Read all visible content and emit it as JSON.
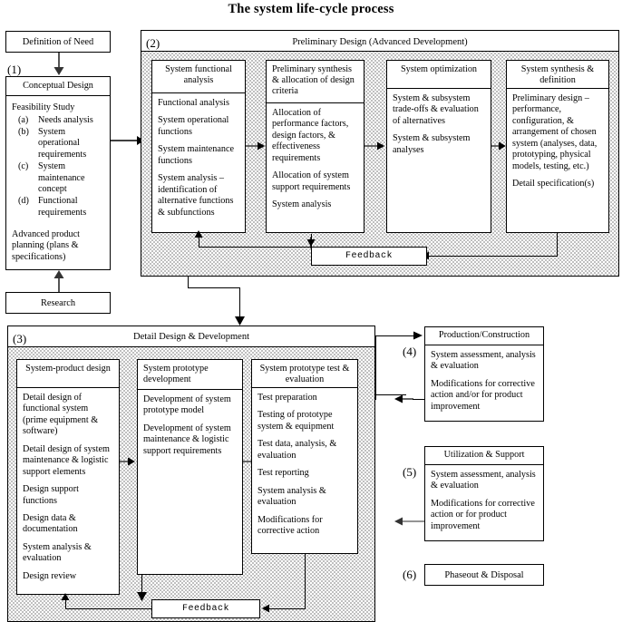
{
  "title": "The system life-cycle process",
  "stage1": {
    "definition_of_need": "Definition of Need",
    "number": "(1)",
    "conceptual_design_header": "Conceptual Design",
    "feasibility_title": "Feasibility Study",
    "feasibility_items": [
      {
        "label": "(a)",
        "text": "Needs analysis"
      },
      {
        "label": "(b)",
        "text": "System operational requirements"
      },
      {
        "label": "(c)",
        "text": "System maintenance concept"
      },
      {
        "label": "(d)",
        "text": "Functional requirements"
      }
    ],
    "advanced_planning": "Advanced product planning (plans & specifications)",
    "research": "Research"
  },
  "stage2": {
    "number": "(2)",
    "header": "Preliminary Design (Advanced Development)",
    "feedback": "Feedback",
    "cards": [
      {
        "header": "System functional analysis",
        "items": [
          "Functional analysis",
          "System operational functions",
          "System maintenance functions",
          "System analysis – identification of alternative functions & subfunctions"
        ]
      },
      {
        "header": "Preliminary synthesis & allocation of design criteria",
        "items": [
          "Allocation of performance factors, design factors, & effectiveness requirements",
          "Allocation of system support requirements",
          "System analysis"
        ]
      },
      {
        "header": "System optimization",
        "items": [
          "System & subsystem trade-offs & evaluation of alternatives",
          "System & subsystem analyses"
        ]
      },
      {
        "header": "System synthesis & definition",
        "items": [
          "Preliminary design – performance, configuration, & arrangement of chosen system (analyses, data, prototyping, physical models, testing, etc.)",
          "Detail specification(s)"
        ]
      }
    ]
  },
  "stage3": {
    "number": "(3)",
    "header": "Detail Design & Development",
    "feedback": "Feedback",
    "cards": [
      {
        "header": "System-product design",
        "items": [
          "Detail design of functional system (prime equipment & software)",
          "Detail design of system maintenance & logistic support elements",
          "Design support functions",
          "Design data & documentation",
          "System analysis & evaluation",
          "Design review"
        ]
      },
      {
        "header": "System prototype development",
        "items": [
          "Development of system prototype model",
          "Development of system maintenance & logistic support requirements"
        ]
      },
      {
        "header": "System prototype test & evaluation",
        "items": [
          "Test preparation",
          "Testing of prototype system & equipment",
          "Test data, analysis, & evaluation",
          "Test reporting",
          "System analysis & evaluation",
          "Modifications for corrective action"
        ]
      }
    ]
  },
  "stage4": {
    "number": "(4)",
    "header": "Production/Construction",
    "items": [
      "System assessment, analysis & evaluation",
      "Modifications for corrective action and/or for product improvement"
    ]
  },
  "stage5": {
    "number": "(5)",
    "header": "Utilization & Support",
    "items": [
      "System assessment, analysis & evaluation",
      "Modifications for corrective action or for product improvement"
    ]
  },
  "stage6": {
    "number": "(6)",
    "header": "Phaseout & Disposal"
  }
}
